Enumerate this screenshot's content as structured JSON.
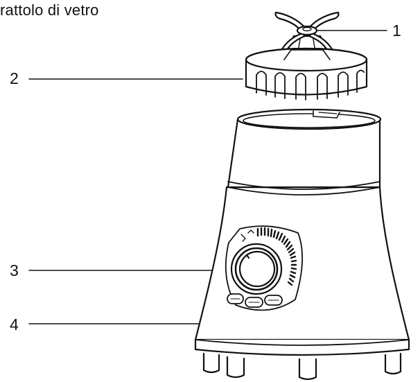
{
  "heading": "rattolo di vetro",
  "callouts": [
    "1",
    "2",
    "3",
    "4"
  ],
  "control_panel": {
    "buttons": [
      "",
      "",
      ""
    ]
  },
  "colors": {
    "line": "#111111",
    "fill": "#ffffff"
  }
}
